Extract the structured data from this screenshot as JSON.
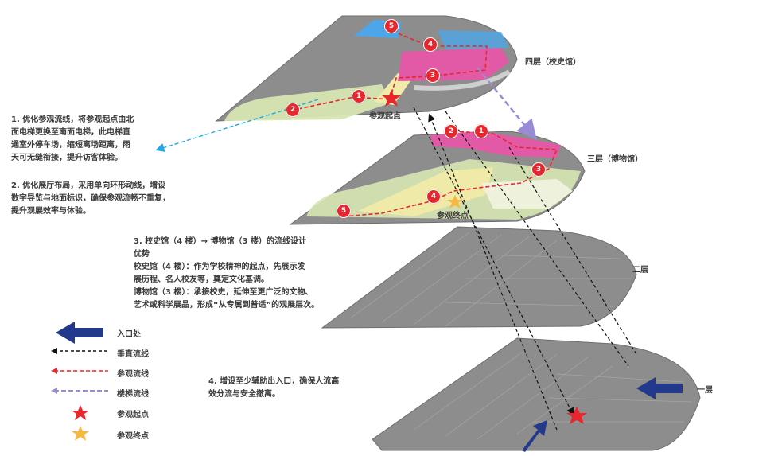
{
  "floors": {
    "f4": "四层（校史馆）",
    "f3": "三层（博物馆）",
    "f2": "二层",
    "f1": "一层"
  },
  "callouts": {
    "start": "参观起点",
    "end": "参观终点"
  },
  "notes": {
    "n1": "1. 优化参观流线，将参观起点由北\n面电梯更换至南面电梯，此电梯直\n通室外停车场，缩短离场距离，雨\n天可无缝衔接，提升访客体验。",
    "n2": "2. 优化展厅布局，采用单向环形动线，增设\n数字导览与地面标识，确保参观流畅不重复，\n提升观展效率与体验。",
    "n3": "3. 校史馆（4 楼）→ 博物馆（3 楼）的流线设计\n优势\n校史馆（4 楼）：作为学校精神的起点，先展示发\n展历程、名人校友等，奠定文化基调。\n博物馆（3 楼）：承接校史，延伸至更广泛的文物、\n艺术或科学展品，形成“从专属到普适”的观展层次。",
    "n4": "4. 增设至少辅助出入口，确保人流高\n效分流与安全撤离。"
  },
  "legend": [
    {
      "key": "entrance",
      "label": "入口处"
    },
    {
      "key": "vertical",
      "label": "垂直流线"
    },
    {
      "key": "visit",
      "label": "参观流线"
    },
    {
      "key": "stair",
      "label": "楼梯流线"
    },
    {
      "key": "start",
      "label": "参观起点"
    },
    {
      "key": "end",
      "label": "参观终点"
    }
  ],
  "markers": {
    "f4": [
      "1",
      "2",
      "3",
      "4",
      "5"
    ],
    "f3": [
      "1",
      "2",
      "3",
      "4",
      "5"
    ]
  },
  "colors": {
    "entrance_arrow": "#233a8c",
    "vertical_flow": "#111111",
    "visit_flow": "#e8262d",
    "stair_flow": "#9a8cd4",
    "start_star": "#e8262d",
    "end_star": "#f5b942",
    "floor_gray": "#8d8d8d",
    "zone_pink": "#e25aa6",
    "zone_green": "#d7e6b3",
    "zone_yellow": "#f1eaa8",
    "zone_blue": "#4da6e8",
    "callout_blue": "#1fa8e0"
  }
}
